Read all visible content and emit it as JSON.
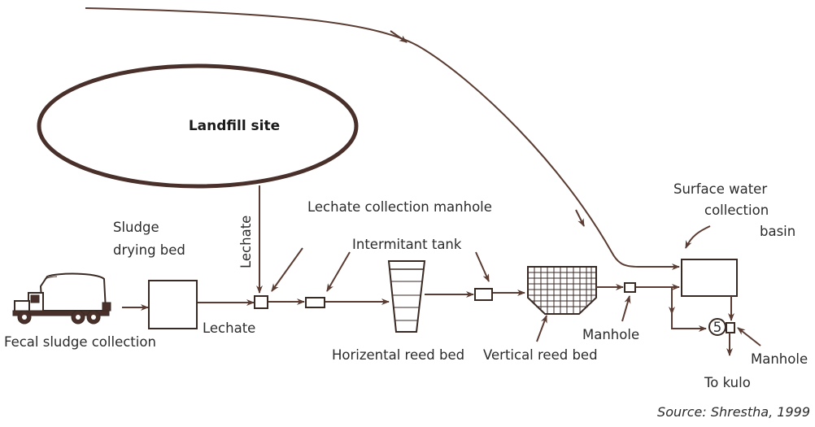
{
  "labels": {
    "landfill": "Landfill site",
    "sludge_bed_1": "Sludge",
    "sludge_bed_2": "drying bed",
    "lechate_vertical": "Lechate",
    "lechate_manhole": "Lechate collection manhole",
    "intermitant_tank": "Intermitant tank",
    "surface_1": "Surface water",
    "surface_2": "collection",
    "surface_3": "basin",
    "fecal": "Fecal sludge collection",
    "lechate_bottom": "Lechate",
    "horizontal_bed": "Horizental reed bed",
    "vertical_bed": "Vertical reed bed",
    "manhole_left": "Manhole",
    "manhole_right": "Manhole",
    "to_kulo": "To kulo",
    "pump_number": "5",
    "source": "Source: Shrestha, 1999"
  },
  "colors": {
    "line": "#5a3c32",
    "outline": "#3a2a24",
    "text": "#2b2b2b"
  }
}
